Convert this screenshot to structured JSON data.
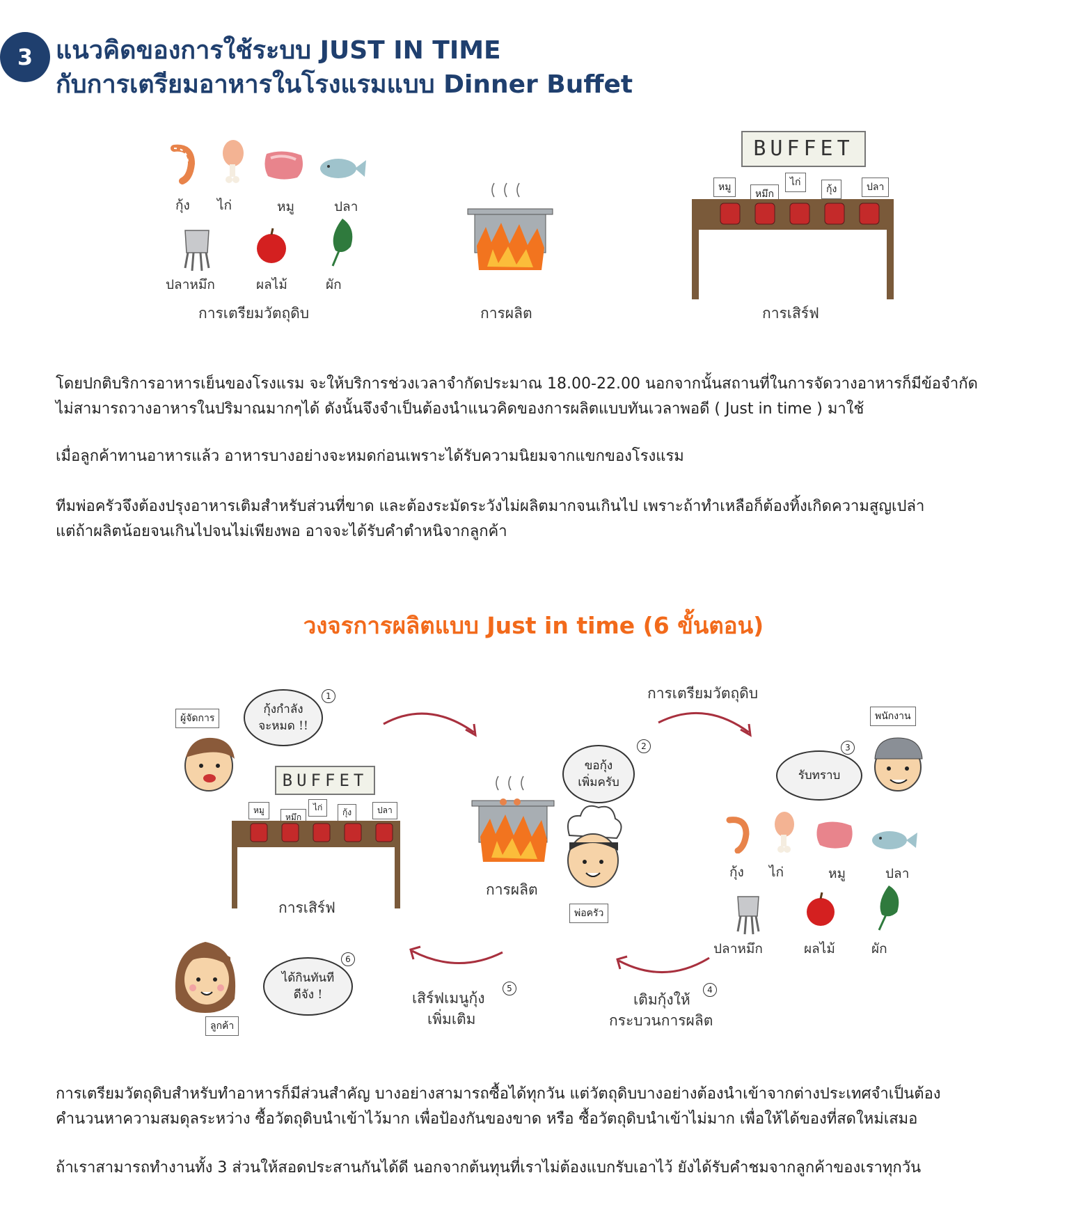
{
  "header": {
    "number": "3",
    "title_line1": "แนวคิดของการใช้ระบบ JUST IN TIME",
    "title_line2": "กับการเตรียมอาหารในโรงแรมแบบ Dinner Buffet"
  },
  "top_illustration": {
    "ingredients": [
      "กุ้ง",
      "ไก่",
      "หมู",
      "ปลา",
      "ปลาหมึก",
      "ผลไม้",
      "ผัก"
    ],
    "caption_prepare": "การเตรียมวัตถุดิบ",
    "caption_produce": "การผลิต",
    "caption_serve": "การเสิร์ฟ",
    "buffet_sign": "BUFFET",
    "buffet_tags": [
      "หมู",
      "หมึก",
      "ไก่",
      "กุ้ง",
      "ปลา"
    ]
  },
  "paragraphs": {
    "p1_line1": "โดยปกติบริการอาหารเย็นของโรงแรม จะให้บริการช่วงเวลาจำกัดประมาณ 18.00-22.00 นอกจากนั้นสถานที่ในการจัดวางอาหารก็มีข้อจำกัด",
    "p1_line2": "ไม่สามารถวางอาหารในปริมาณมากๆได้ ดังนั้นจึงจำเป็นต้องนำแนวคิดของการผลิตแบบทันเวลาพอดี ( Just in time ) มาใช้",
    "p2": "เมื่อลูกค้าทานอาหารแล้ว อาหารบางอย่างจะหมดก่อนเพราะได้รับความนิยมจากแขกของโรงแรม",
    "p3_line1": "ทีมพ่อครัวจึงต้องปรุงอาหารเติมสำหรับส่วนที่ขาด และต้องระมัดระวังไม่ผลิตมากจนเกินไป เพราะถ้าทำเหลือก็ต้องทิ้งเกิดความสูญเปล่า",
    "p3_line2": "แต่ถ้าผลิตน้อยจนเกินไปจนไม่เพียงพอ อาจจะได้รับคำตำหนิจากลูกค้า"
  },
  "cycle": {
    "title": "วงจรการผลิตแบบ Just in time (6 ขั้นตอน)",
    "manager_tag": "ผู้จัดการ",
    "step1_line1": "กุ้งกำลัง",
    "step1_line2": "จะหมด !!",
    "step1_num": "1",
    "arrow_top_label": "การเตรียมวัตถุดิบ",
    "step2_line1": "ขอกุ้ง",
    "step2_line2": "เพิ่มครับ",
    "step2_num": "2",
    "staff_tag": "พนักงาน",
    "step3_text": "รับทราบ",
    "step3_num": "3",
    "buffet_sign": "BUFFET",
    "buffet_tags": [
      "หมู",
      "หมึก",
      "ไก่",
      "กุ้ง",
      "ปลา"
    ],
    "serve_caption": "การเสิร์ฟ",
    "produce_caption": "การผลิต",
    "chef_tag": "พ่อครัว",
    "ingredients": [
      "กุ้ง",
      "ไก่",
      "หมู",
      "ปลา",
      "ปลาหมึก",
      "ผลไม้",
      "ผัก"
    ],
    "step4_line1": "เติมกุ้งให้",
    "step4_line2": "กระบวนการผลิต",
    "step4_num": "4",
    "step5_line1": "เสิร์ฟเมนูกุ้ง",
    "step5_line2": "เพิ่มเติม",
    "step5_num": "5",
    "step6_line1": "ได้กินทันที",
    "step6_line2": "ดีจัง !",
    "step6_num": "6",
    "customer_tag": "ลูกค้า"
  },
  "bottom_paragraphs": {
    "p4_line1": "การเตรียมวัตถุดิบสำหรับทำอาหารก็มีส่วนสำคัญ บางอย่างสามารถซื้อได้ทุกวัน แต่วัตถุดิบบางอย่างต้องนำเข้าจากต่างประเทศจำเป็นต้อง",
    "p4_line2": "คำนวนหาความสมดุลระหว่าง ซื้อวัตถุดิบนำเข้าไว้มาก เพื่อป้องกันของขาด หรือ ซื้อวัตถุดิบนำเข้าไม่มาก เพื่อให้ได้ของที่สดใหม่เสมอ",
    "p5": "ถ้าเราสามารถทำงานทั้ง 3 ส่วนให้สอดประสานกันได้ดี นอกจากต้นทุนที่เราไม่ต้องแบกรับเอาไว้ ยังได้รับคำชมจากลูกค้าของเราทุกวัน"
  },
  "colors": {
    "title_blue": "#1f3f6e",
    "cycle_orange": "#f26a1b",
    "arrow_red": "#a8303e",
    "table_brown": "#7a5a3a",
    "pot_red": "#c42a2a"
  }
}
